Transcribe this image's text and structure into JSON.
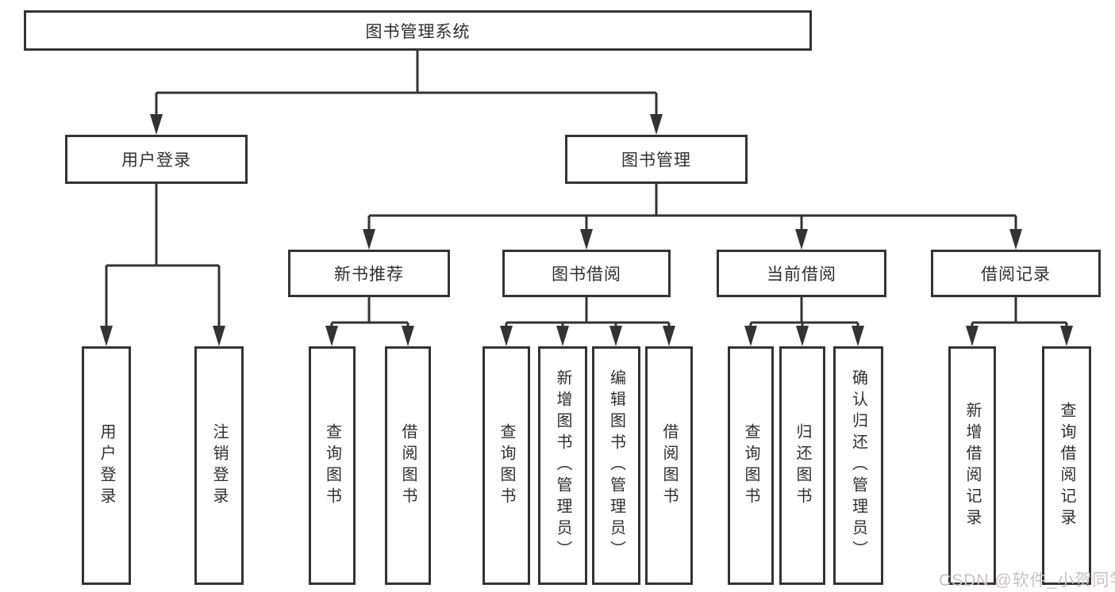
{
  "diagram": {
    "colors": {
      "line": "#333333",
      "box_border": "#333333",
      "text": "#2f2f2f",
      "watermark": "#c8c1c3",
      "background": "#ffffff"
    },
    "tree": {
      "label": "图书管理系统",
      "children": [
        {
          "label": "用户登录",
          "children": [
            {
              "label": "用户登录"
            },
            {
              "label": "注销登录"
            }
          ]
        },
        {
          "label": "图书管理",
          "children": [
            {
              "label": "新书推荐",
              "children": [
                {
                  "label": "查询图书"
                },
                {
                  "label": "借阅图书"
                }
              ]
            },
            {
              "label": "图书借阅",
              "children": [
                {
                  "label": "查询图书"
                },
                {
                  "label": "新增图书（管理员）"
                },
                {
                  "label": "编辑图书（管理员）"
                },
                {
                  "label": "借阅图书"
                }
              ]
            },
            {
              "label": "当前借阅",
              "children": [
                {
                  "label": "查询图书"
                },
                {
                  "label": "归还图书"
                },
                {
                  "label": "确认归还（管理员）"
                }
              ]
            },
            {
              "label": "借阅记录",
              "children": [
                {
                  "label": "新增借阅记录"
                },
                {
                  "label": "查询借阅记录"
                }
              ]
            }
          ]
        }
      ]
    },
    "watermark": "CSDN @软件_小贺同学"
  }
}
